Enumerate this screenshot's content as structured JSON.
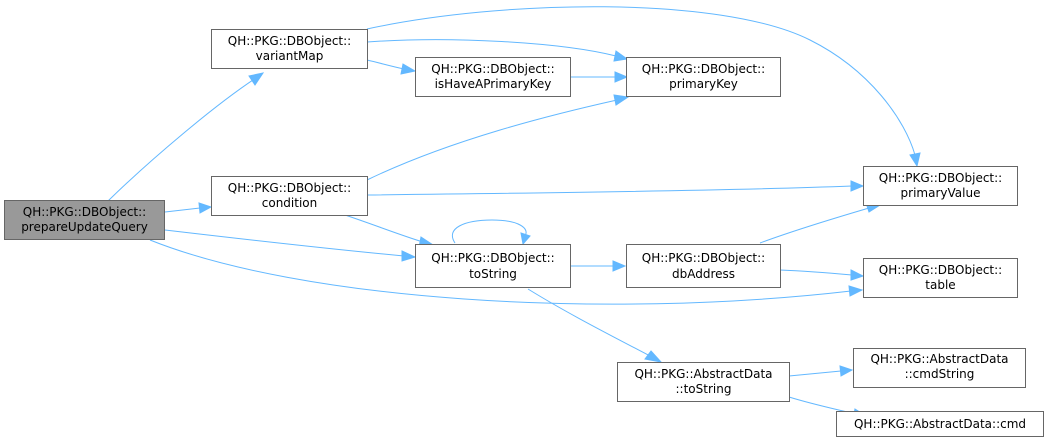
{
  "graph": {
    "nodes": {
      "prepare": {
        "line1": "QH::PKG::DBObject::",
        "line2": "prepareUpdateQuery"
      },
      "variantMap": {
        "line1": "QH::PKG::DBObject::",
        "line2": "variantMap"
      },
      "condition": {
        "line1": "QH::PKG::DBObject::",
        "line2": "condition"
      },
      "isHave": {
        "line1": "QH::PKG::DBObject::",
        "line2": "isHaveAPrimaryKey"
      },
      "primaryKey": {
        "line1": "QH::PKG::DBObject::",
        "line2": "primaryKey"
      },
      "primaryValue": {
        "line1": "QH::PKG::DBObject::",
        "line2": "primaryValue"
      },
      "toString": {
        "line1": "QH::PKG::DBObject::",
        "line2": "toString"
      },
      "dbAddress": {
        "line1": "QH::PKG::DBObject::",
        "line2": "dbAddress"
      },
      "table": {
        "line1": "QH::PKG::DBObject::",
        "line2": "table"
      },
      "adToString": {
        "line1": "QH::PKG::AbstractData",
        "line2": "::toString"
      },
      "cmdString": {
        "line1": "QH::PKG::AbstractData",
        "line2": "::cmdString"
      },
      "cmd": {
        "line1": "QH::PKG::AbstractData::cmd"
      }
    },
    "colors": {
      "edge": "#63b8ff",
      "root_fill": "#999999",
      "border": "#666666"
    }
  }
}
